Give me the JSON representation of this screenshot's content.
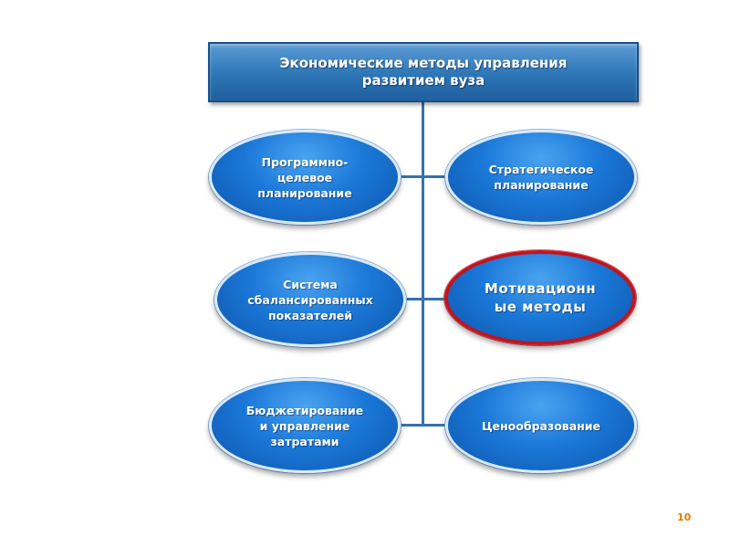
{
  "title": {
    "line1": "Экономические методы управления",
    "line2": "развитием вуза"
  },
  "nodes": [
    {
      "lines": [
        "Программно-",
        "целевое",
        "планирование"
      ]
    },
    {
      "lines": [
        "Стратегическое",
        "планирование"
      ]
    },
    {
      "lines": [
        "Система",
        "сбалансированных",
        "показателей"
      ]
    },
    {
      "lines": [
        "Мотивационн",
        "ые методы"
      ]
    },
    {
      "lines": [
        "Бюджетирование",
        "и управление",
        "затратами"
      ]
    },
    {
      "lines": [
        "Ценообразование"
      ]
    }
  ],
  "highlight_color": "#c0151f",
  "node_color": "#1b78d8",
  "page_number": "10"
}
